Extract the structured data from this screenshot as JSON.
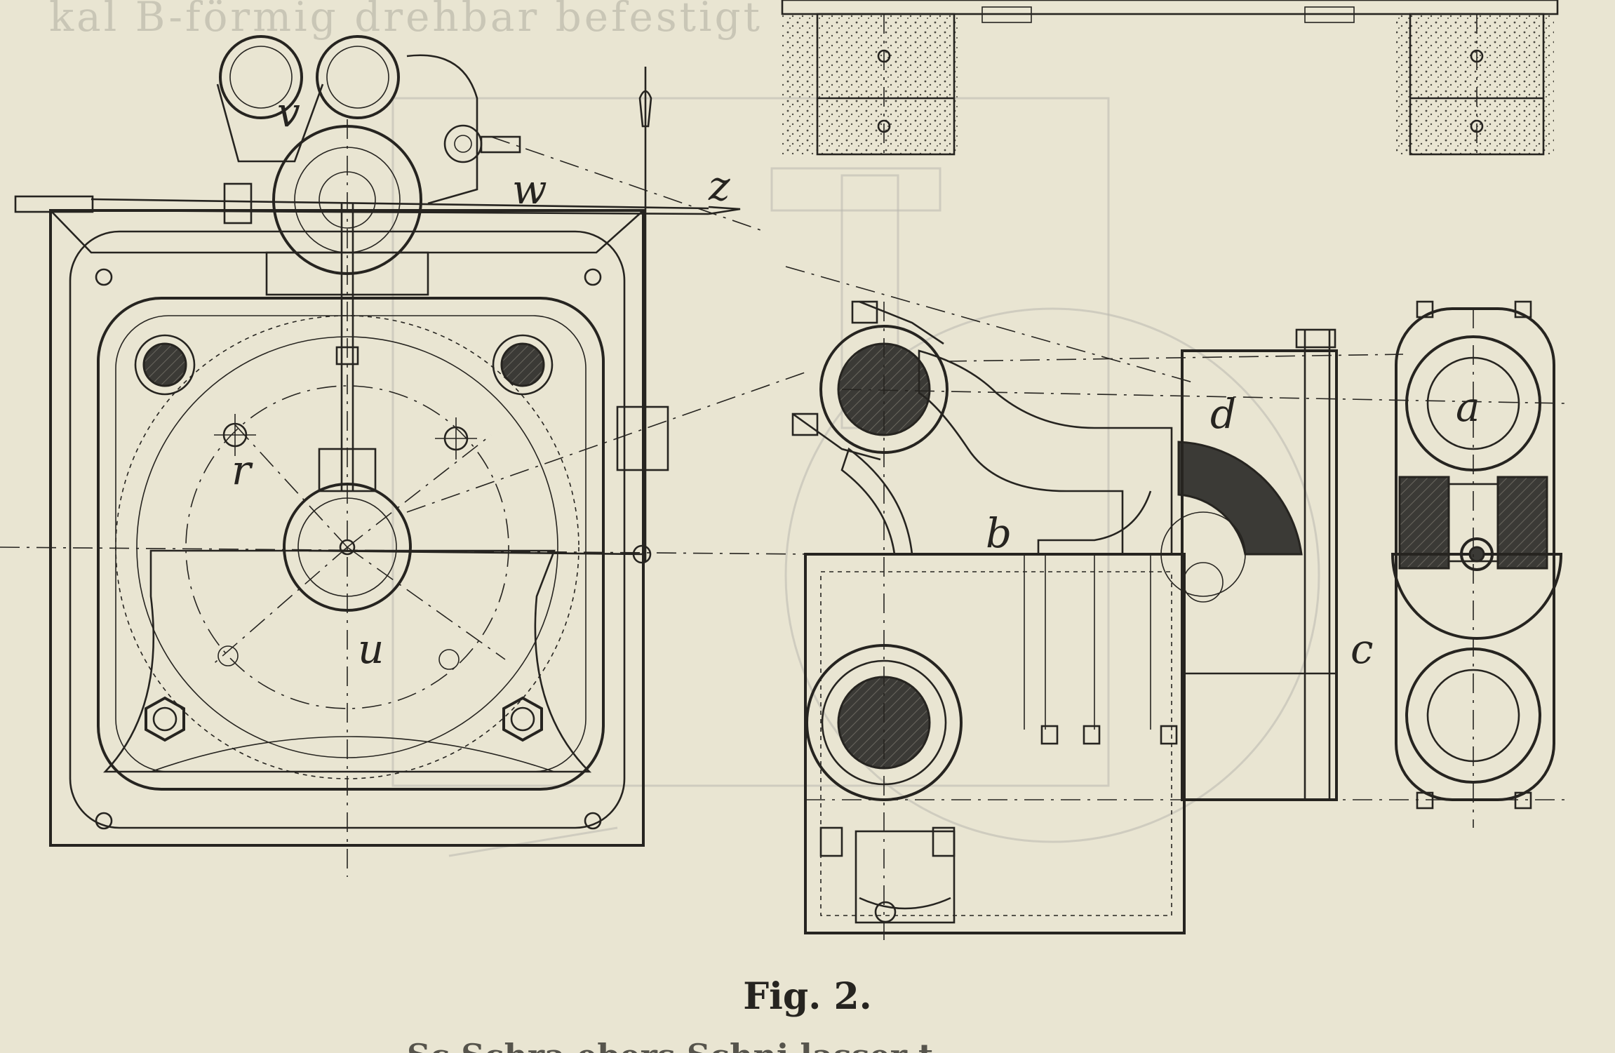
{
  "header_fragment": "kal B-förmig drehbar befestigt",
  "labels": {
    "v": "v",
    "w_top": "w",
    "z": "z",
    "r": "r",
    "u": "u",
    "a": "a",
    "b": "b",
    "c": "c",
    "d": "d"
  },
  "caption": "Fig. 2.",
  "caption_cut": "Sc  Schra  ebers Schni  lasser  t",
  "colors": {
    "paper": "#e9e5d2",
    "ink": "#262420",
    "section_fill": "#3b3a36"
  }
}
